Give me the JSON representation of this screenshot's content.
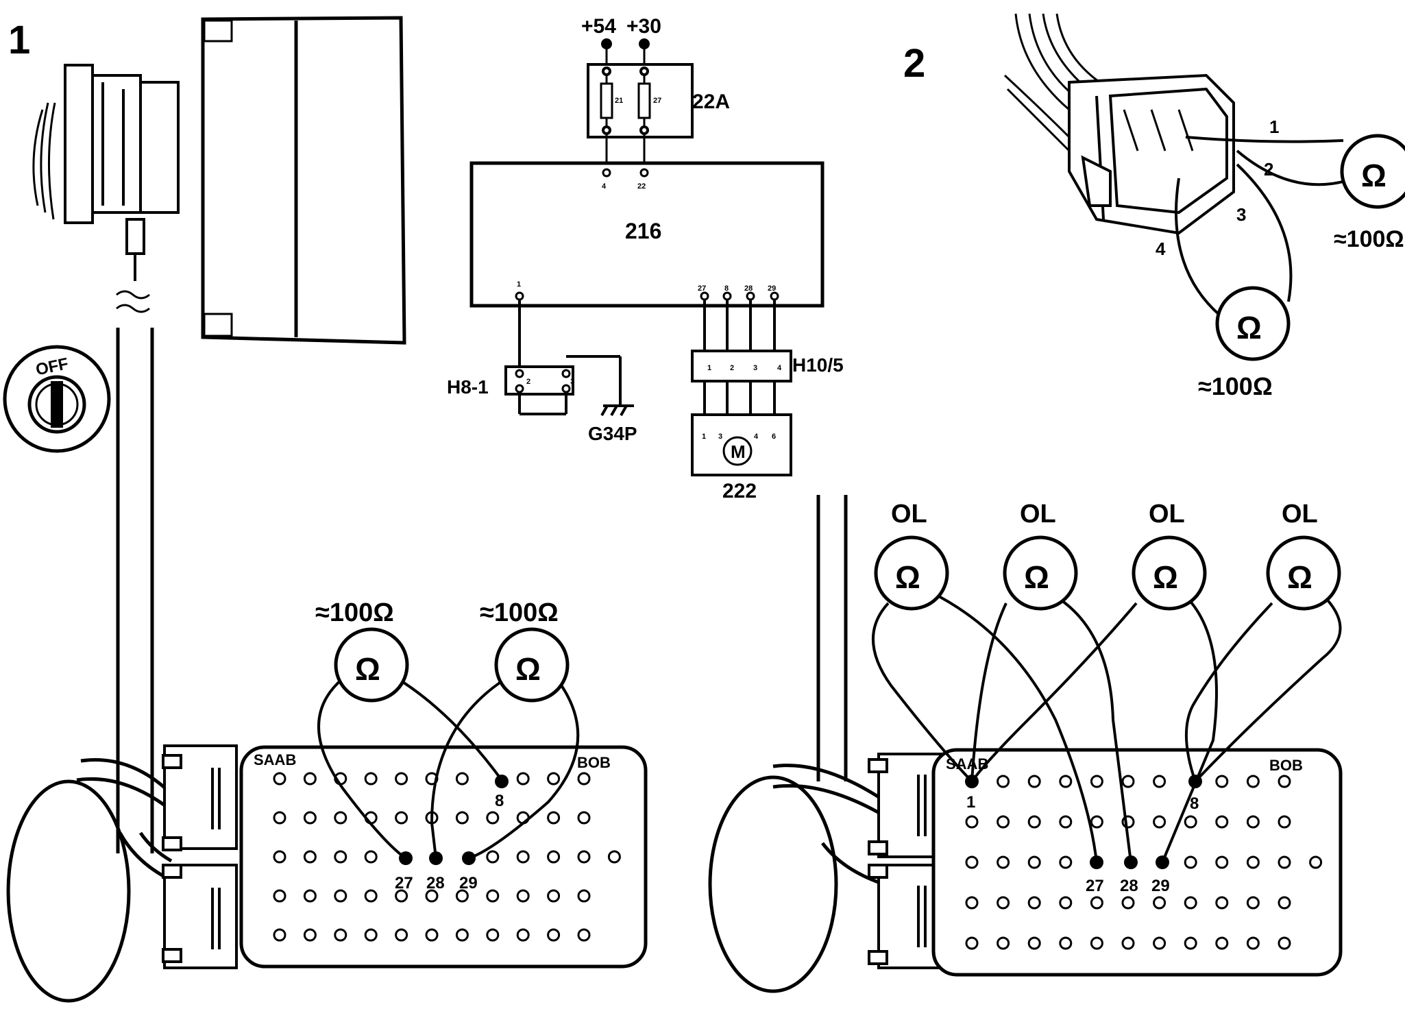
{
  "panel_labels": {
    "one": "1",
    "two": "2"
  },
  "schematic": {
    "supply_54": "+54",
    "supply_30": "+30",
    "fuse_box": "22A",
    "fuse_a": "21",
    "fuse_b": "27",
    "ecu": "216",
    "ecu_top_pins": [
      "4",
      "22"
    ],
    "ecu_pin_1": "1",
    "ecu_bottom_pins": [
      "27",
      "8",
      "28",
      "29"
    ],
    "connector_h81": "H8-1",
    "h81_pins": [
      "2",
      "3"
    ],
    "ground": "G34P",
    "connector_h105": "H10/5",
    "h105_pins": [
      "1",
      "2",
      "3",
      "4"
    ],
    "motor": "222",
    "motor_symbol": "M",
    "motor_pins": [
      "1",
      "3",
      "4",
      "6"
    ]
  },
  "ignition": {
    "label": "OFF"
  },
  "panel1": {
    "meter_reading_left": "≈100Ω",
    "meter_reading_right": "≈100Ω",
    "meter_symbol": "Ω",
    "bob_brand": "SAAB",
    "bob_label": "BOB",
    "pins": [
      "8",
      "27",
      "28",
      "29"
    ]
  },
  "panel2": {
    "connector_pins": [
      "1",
      "2",
      "3",
      "4"
    ],
    "meter_symbol": "Ω",
    "reading_top": "≈100Ω",
    "reading_bottom": "≈100Ω",
    "ol_readings": [
      "OL",
      "OL",
      "OL",
      "OL"
    ],
    "bob_brand": "SAAB",
    "bob_label": "BOB",
    "pins": [
      "1",
      "8",
      "27",
      "28",
      "29"
    ]
  }
}
